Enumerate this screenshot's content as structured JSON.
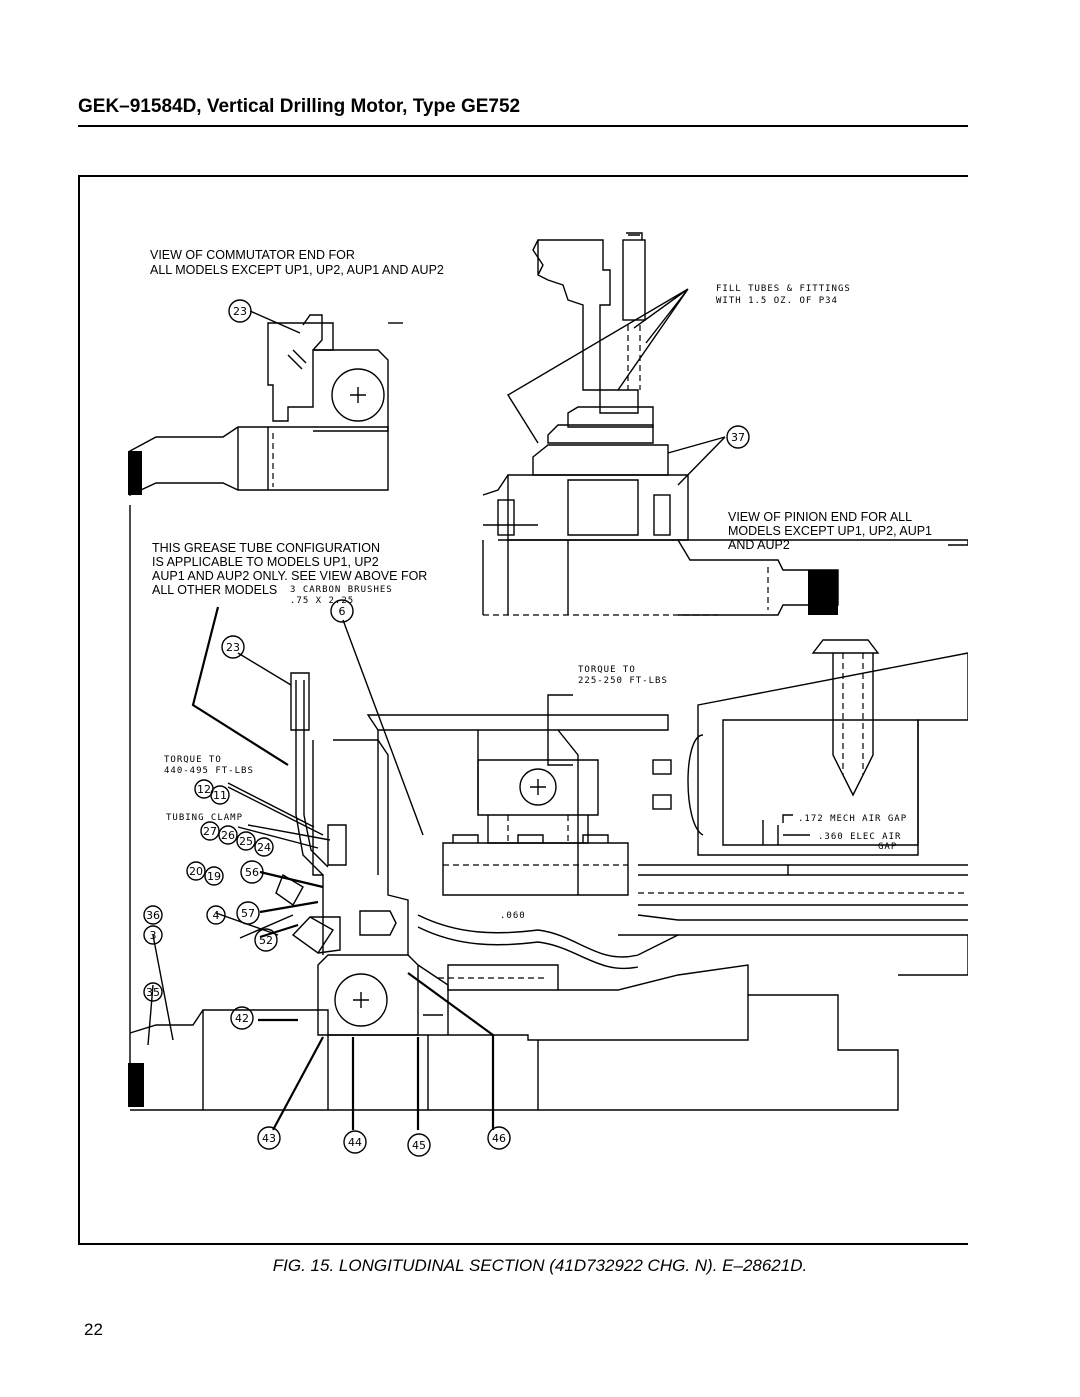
{
  "header": {
    "title": "GEK–91584D, Vertical Drilling Motor, Type GE752"
  },
  "figure": {
    "caption": "FIG. 15. LONGITUDINAL SECTION (41D732922 CHG. N). E–28621D.",
    "notes": {
      "commutator_view_line1": "VIEW OF COMMUTATOR END FOR",
      "commutator_view_line2": "ALL MODELS EXCEPT UP1, UP2, AUP1 AND AUP2",
      "fill_tubes_line1": "FILL TUBES & FITTINGS",
      "fill_tubes_line2": "WITH 1.5 OZ. OF P34",
      "pinion_view_line1": "VIEW OF PINION END FOR ALL",
      "pinion_view_line2": "MODELS EXCEPT UP1, UP2, AUP1",
      "pinion_view_line3": "AND AUP2",
      "grease_tube_line1": "THIS GREASE TUBE CONFIGURATION",
      "grease_tube_line2": "IS APPLICABLE TO MODELS UP1, UP2",
      "grease_tube_line3": "AUP1 AND AUP2 ONLY. SEE VIEW ABOVE FOR",
      "grease_tube_line4": "ALL OTHER MODELS",
      "carbon_brushes_line1": "3 CARBON BRUSHES",
      "carbon_brushes_line2": ".75 X 2.25",
      "torque_225_line1": "TORQUE TO",
      "torque_225_line2": "225-250 FT-LBS",
      "torque_440_line1": "TORQUE TO",
      "torque_440_line2": "440-495 FT-LBS",
      "tubing_clamp": "TUBING CLAMP",
      "mech_air_gap": ".172 MECH AIR GAP",
      "elec_air_gap_line1": ".360 ELEC AIR",
      "elec_air_gap_line2": "GAP",
      "dim_060": ".060"
    },
    "callouts": {
      "c23a": "23",
      "c37": "37",
      "c6": "6",
      "c23b": "23",
      "c12": "12",
      "c11": "11",
      "c27": "27",
      "c26": "26",
      "c25": "25",
      "c24": "24",
      "c20": "20",
      "c19": "19",
      "c56": "56",
      "c36": "36",
      "c4": "4",
      "c57": "57",
      "c3": "3",
      "c52": "52",
      "c35": "35",
      "c42": "42",
      "c43": "43",
      "c44": "44",
      "c45": "45",
      "c46": "46"
    }
  },
  "page": {
    "number": "22"
  }
}
